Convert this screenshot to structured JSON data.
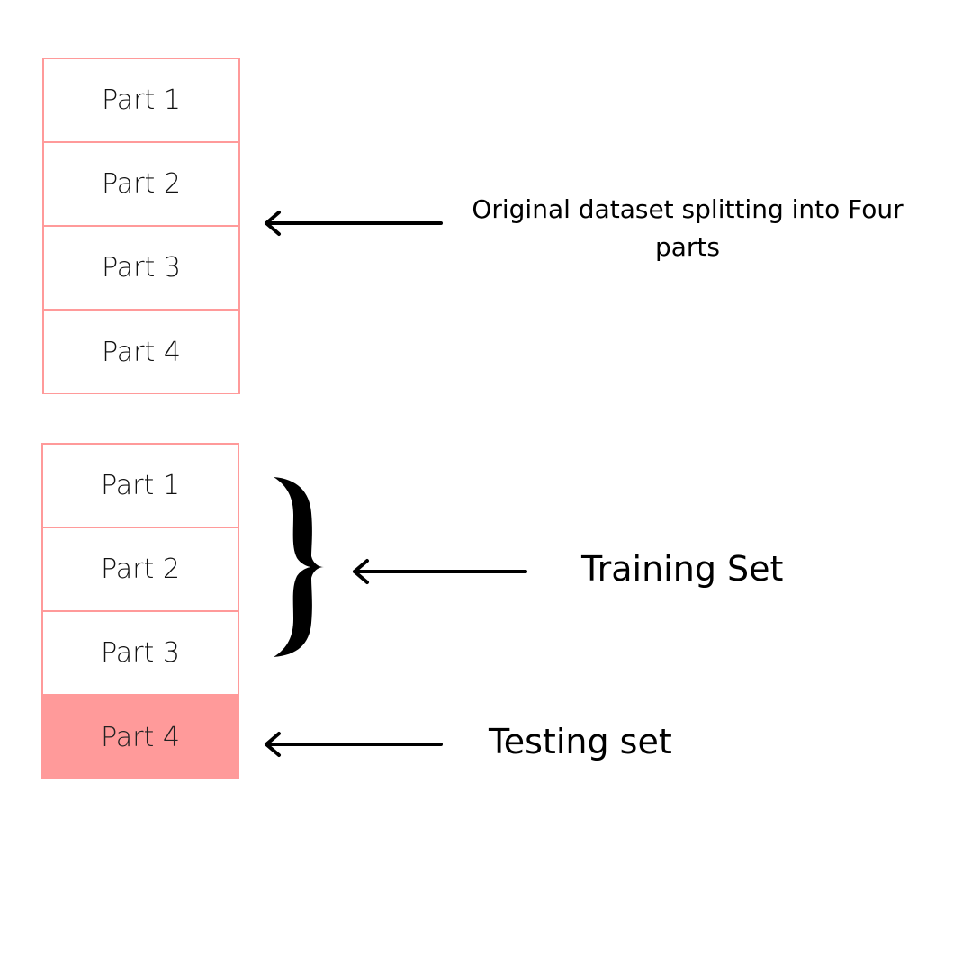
{
  "original_stack": {
    "parts": [
      "Part 1",
      "Part 2",
      "Part 3",
      "Part 4"
    ]
  },
  "split_stack": {
    "parts": [
      "Part 1",
      "Part 2",
      "Part 3",
      "Part 4"
    ],
    "highlighted_part": "Part 4"
  },
  "labels": {
    "original": "Original dataset splitting into Four parts",
    "training": "Training Set",
    "testing": "Testing set"
  },
  "colors": {
    "border": "#ff9a9a",
    "highlight": "#ff9a9a",
    "ink": "#000000"
  },
  "icons": {
    "arrow": "arrow-left-icon",
    "brace": "right-curly-brace-icon"
  }
}
